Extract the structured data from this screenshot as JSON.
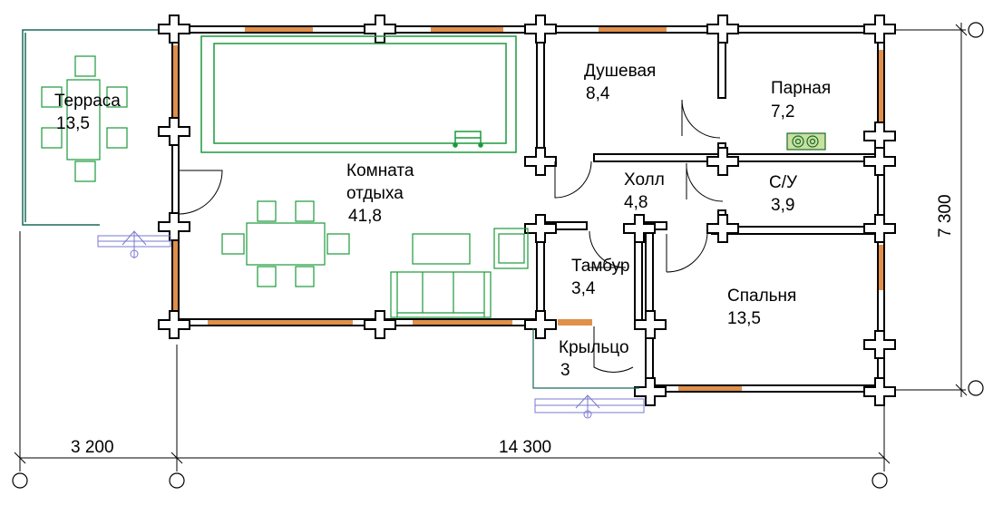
{
  "rooms": {
    "terrace": {
      "name": "Терраса",
      "area": "13,5"
    },
    "rest_room": {
      "name": "Комната",
      "name2": "отдыха",
      "area": "41,8"
    },
    "shower": {
      "name": "Душевая",
      "area": "8,4"
    },
    "steam": {
      "name": "Парная",
      "area": "7,2"
    },
    "hall": {
      "name": "Холл",
      "area": "4,8"
    },
    "wc": {
      "name": "С/У",
      "area": "3,9"
    },
    "vestibule": {
      "name": "Тамбур",
      "area": "3,4"
    },
    "bedroom": {
      "name": "Спальня",
      "area": "13,5"
    },
    "porch": {
      "name": "Крыльцо",
      "area": "3"
    }
  },
  "dimensions": {
    "terrace_width": "3 200",
    "house_length": "14 300",
    "house_width": "7 300"
  },
  "colors": {
    "wall": "#000000",
    "window": "#e0904a",
    "furniture": "#1a9a3a",
    "stairs": "#7a78d0",
    "dim_line": "#000000"
  }
}
